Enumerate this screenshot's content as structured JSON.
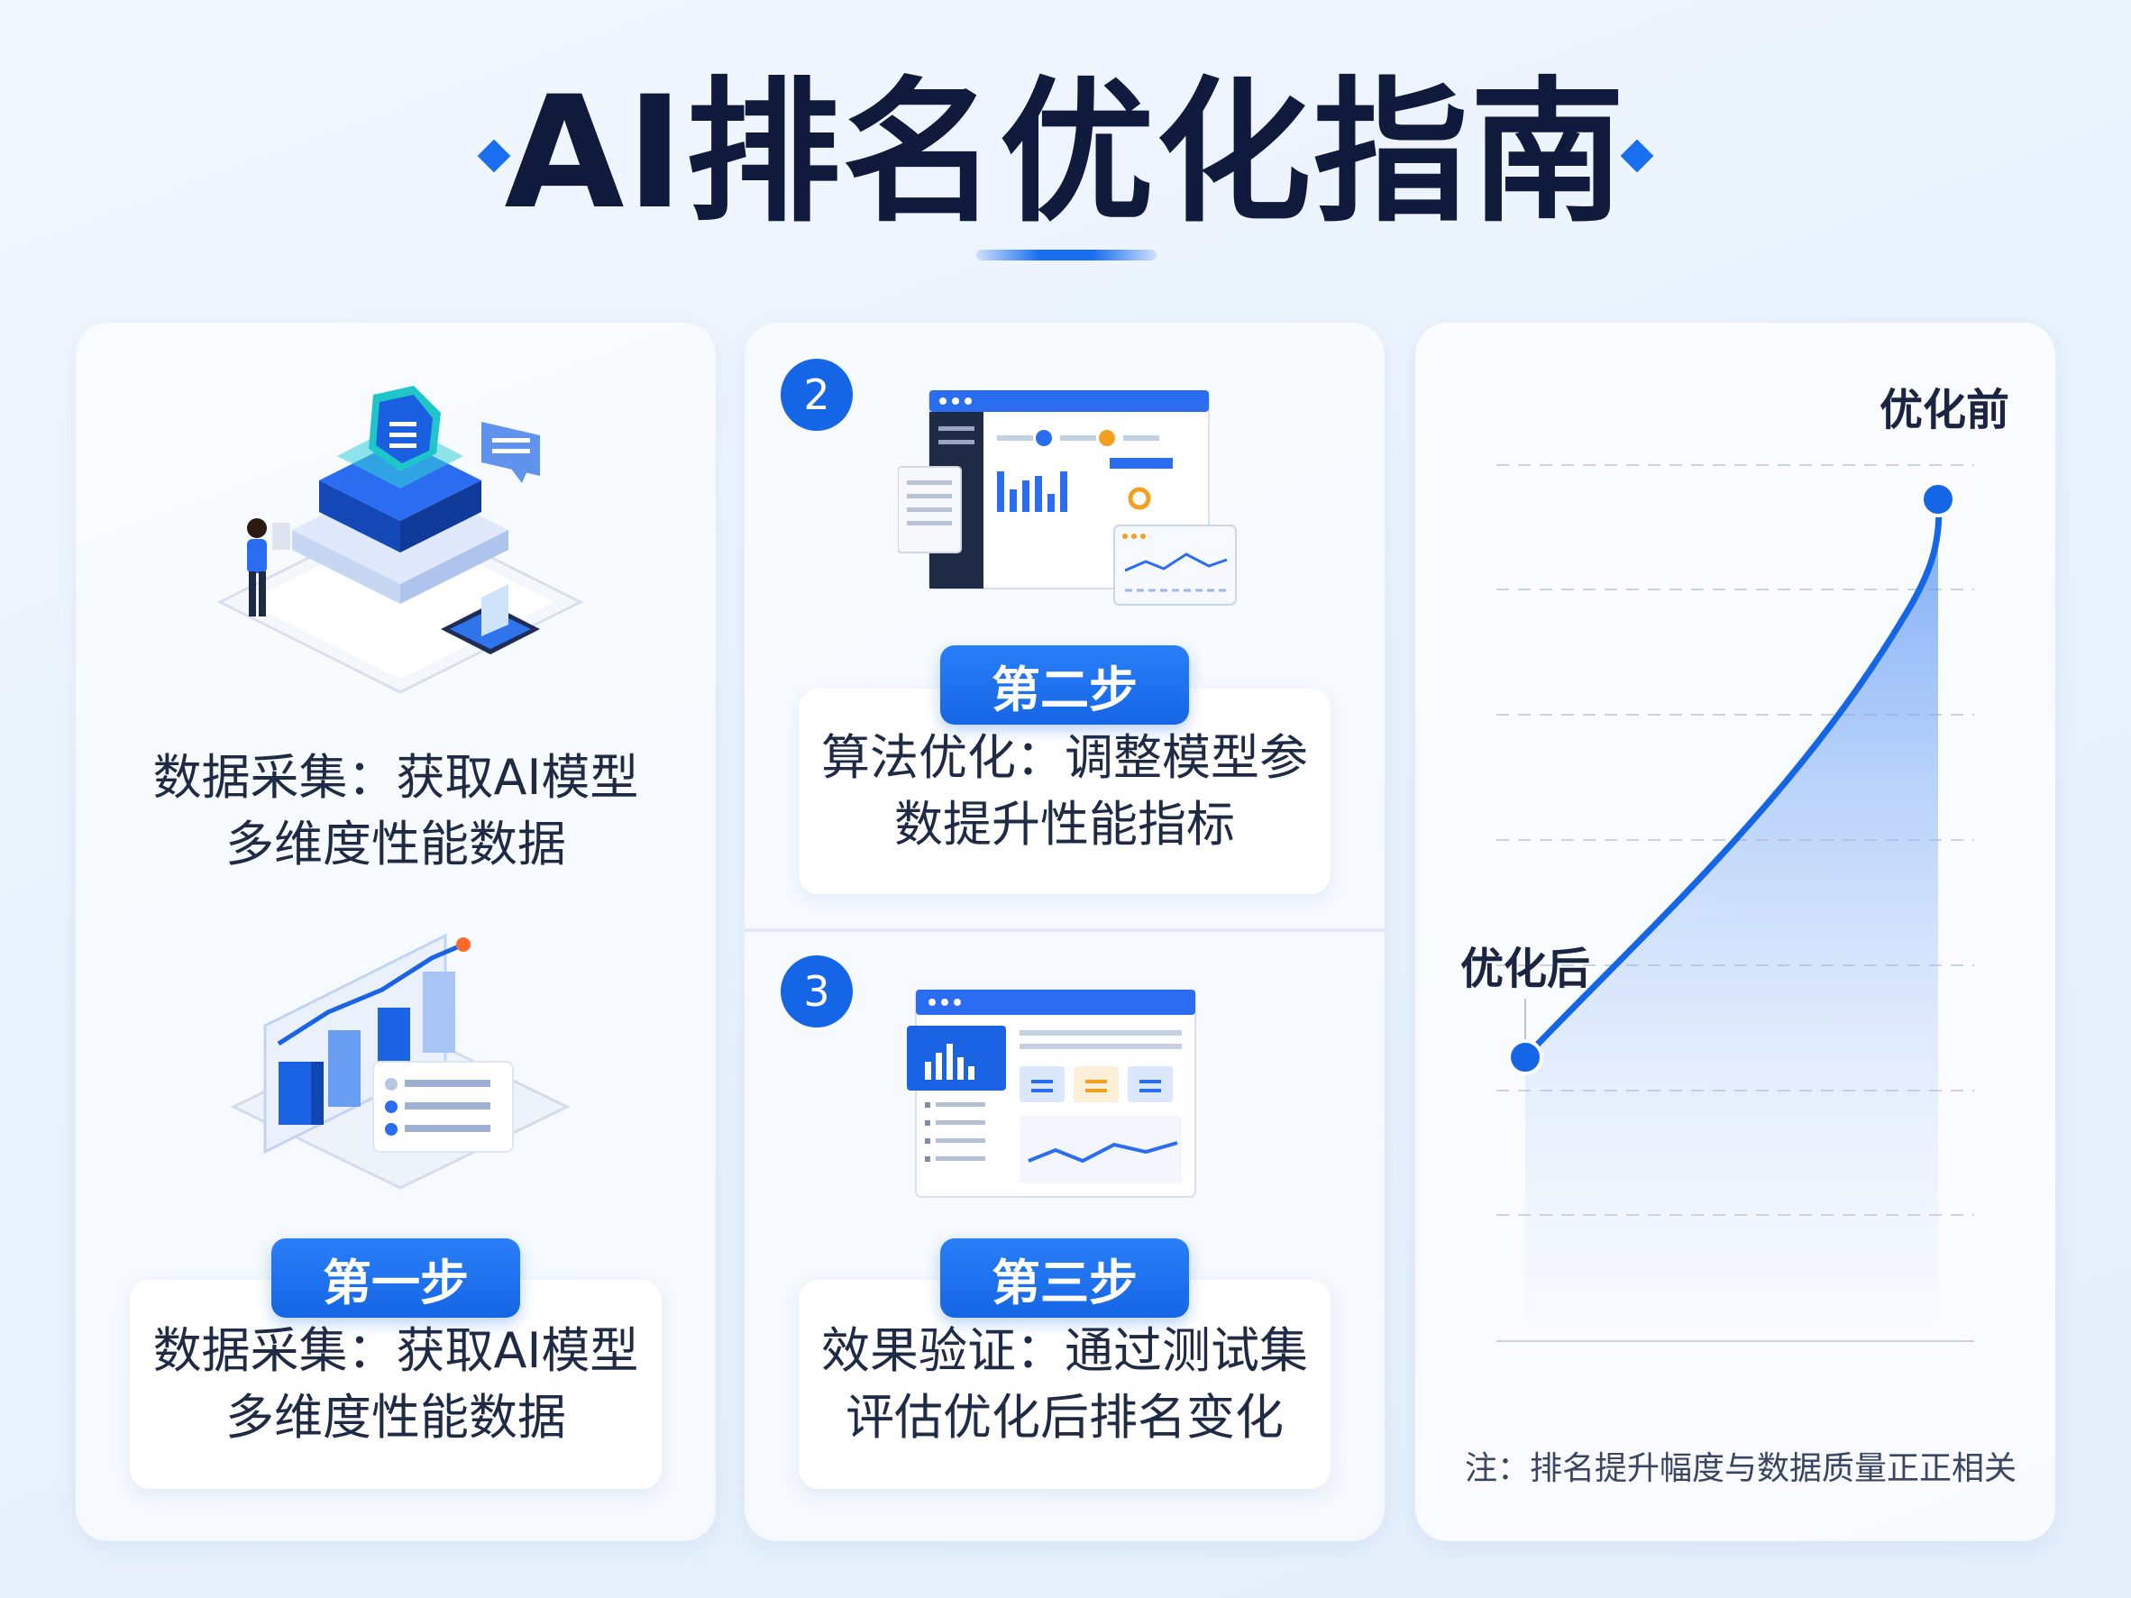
{
  "header": {
    "title": "AI排名优化指南"
  },
  "steps": [
    {
      "label": "第一步",
      "desc_line1": "数据采集：获取AI模型",
      "desc_line2": "多维度性能数据"
    },
    {
      "number": "2",
      "label": "第二步",
      "desc_line1": "算法优化：调整模型参",
      "desc_line2": "数提升性能指标"
    },
    {
      "number": "3",
      "label": "第三步",
      "desc_line1": "效果验证：通过测试集",
      "desc_line2": "评估优化后排名变化"
    }
  ],
  "intro": {
    "desc_line1": "数据采集：获取AI模型",
    "desc_line2": "多维度性能数据"
  },
  "chart": {
    "label_before": "优化前",
    "label_after": "优化后",
    "note": "注：排名提升幅度与数据质量正正相关"
  },
  "colors": {
    "accent": "#1566e6",
    "title": "#101a3d"
  }
}
